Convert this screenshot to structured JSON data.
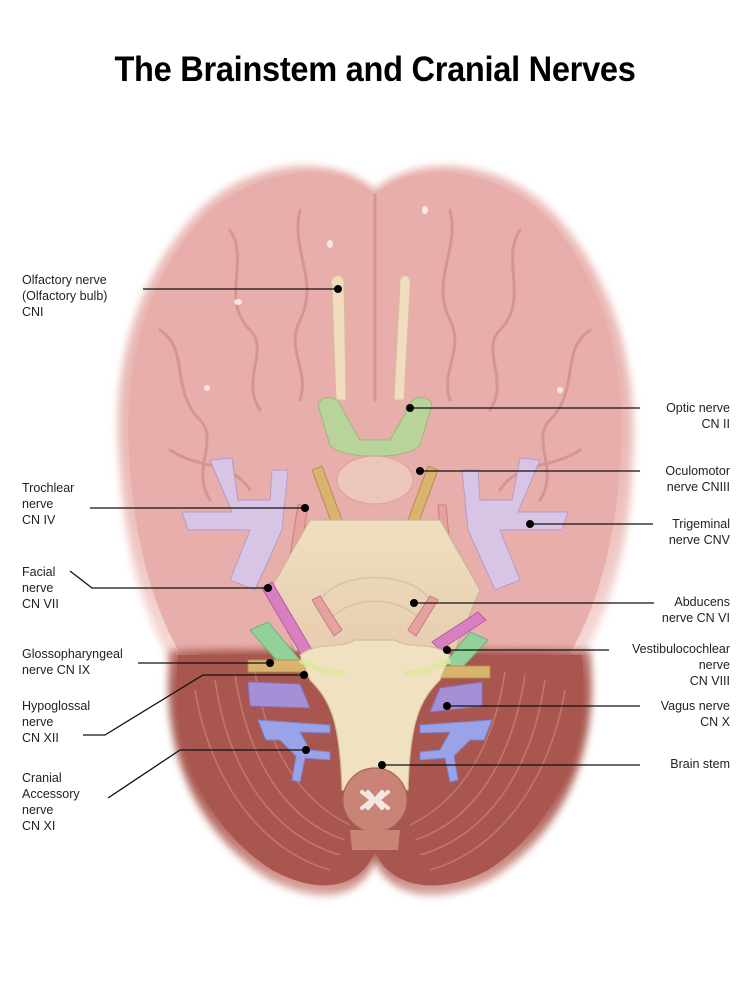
{
  "title": "The Brainstem and Cranial Nerves",
  "colors": {
    "cerebrum": "#e8aeab",
    "cerebellum": "#a8564f",
    "brainstem": "#eed9bf",
    "optic_chiasm": "#b8d49a",
    "oculomotor": "#d9b46e",
    "trigeminal": "#d8c4e4",
    "facial": "#d77fc0",
    "vestibulocochlear": "#93d19a",
    "glossopharyngeal": "#d9b46e",
    "vagus": "#a58fd6",
    "accessory": "#9aa3e8",
    "leader_line": "#111111"
  },
  "labels": {
    "olfactory": {
      "lines": [
        "Olfactory nerve",
        "(Olfactory bulb)",
        "CNI"
      ]
    },
    "trochlear": {
      "lines": [
        "Trochlear",
        "nerve",
        "CN IV"
      ]
    },
    "facial": {
      "lines": [
        "Facial",
        "nerve",
        "CN VII"
      ]
    },
    "glossopharyngeal": {
      "lines": [
        "Glossopharyngeal",
        "nerve CN IX"
      ]
    },
    "hypoglossal": {
      "lines": [
        "Hypoglossal",
        "nerve",
        "CN XII"
      ]
    },
    "accessory": {
      "lines": [
        "Cranial",
        "Accessory",
        "nerve",
        "CN XI"
      ]
    },
    "optic": {
      "lines": [
        "Optic nerve",
        "CN II"
      ]
    },
    "oculomotor": {
      "lines": [
        "Oculomotor",
        "nerve CNIII"
      ]
    },
    "trigeminal": {
      "lines": [
        "Trigeminal",
        "nerve CNV"
      ]
    },
    "abducens": {
      "lines": [
        "Abducens",
        "nerve CN VI"
      ]
    },
    "vestibulocochlear": {
      "lines": [
        "Vestibulocochlear",
        "nerve",
        "CN VIII"
      ]
    },
    "vagus": {
      "lines": [
        "Vagus nerve",
        "CN X"
      ]
    },
    "brainstem": {
      "lines": [
        "Brain stem"
      ]
    }
  }
}
